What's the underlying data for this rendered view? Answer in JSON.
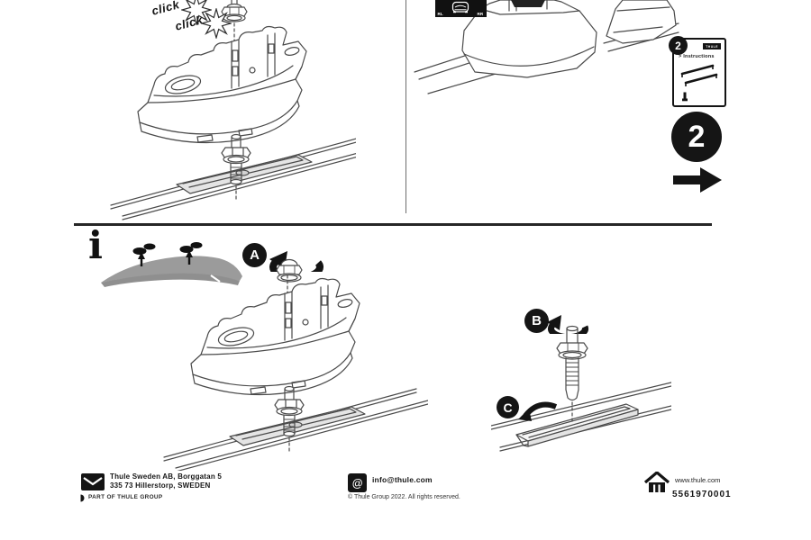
{
  "page": {
    "background": "#ffffff",
    "line_color": "#4a4a4a",
    "ink": "#1f1f1f",
    "roof_gray": "#9b9b9b",
    "channel_gray": "#e4e4e4"
  },
  "step1_panel": {
    "click_labels": [
      "click",
      "click"
    ]
  },
  "step2_panel": {
    "position_badge": {
      "left": "RL",
      "right": "RR"
    },
    "card": {
      "number": "2",
      "brand": "THULE",
      "title": "> Instructions"
    },
    "step_circle": "2"
  },
  "assembly_panel": {
    "info_symbol": "i",
    "labels": {
      "a": "A",
      "b": "B",
      "c": "C"
    }
  },
  "footer": {
    "address_line1": "Thule Sweden AB, Borggatan 5",
    "address_line2": "335 73 Hillerstorp, SWEDEN",
    "part_of_group": "PART OF THULE GROUP",
    "email": "info@thule.com",
    "copyright": "© Thule Group 2022. All rights reserved.",
    "website": "www.thule.com",
    "article_number": "5561970001"
  },
  "icons": {
    "at_symbol": "@"
  }
}
